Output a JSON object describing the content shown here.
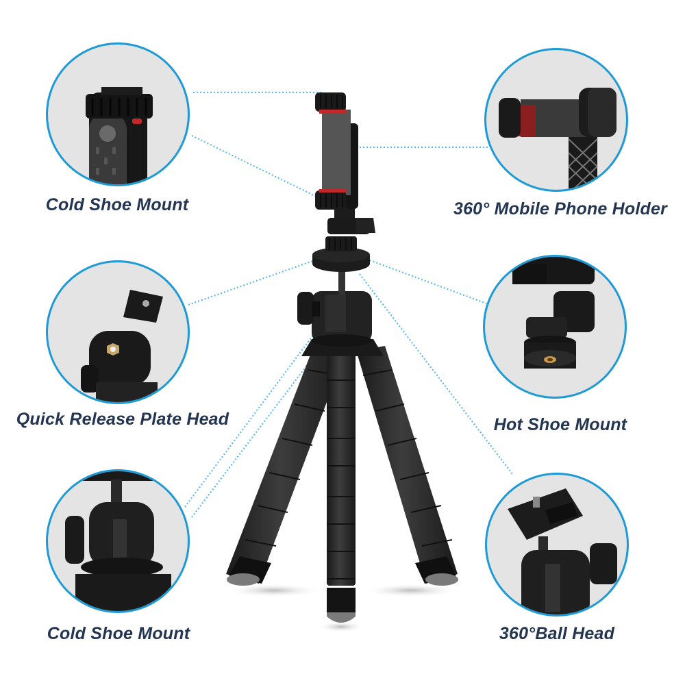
{
  "colors": {
    "label_text": "#243552",
    "circle_border": "#1e9ad6",
    "circle_fill": "#e4e4e4",
    "connector_line": "#5bb8e8",
    "product_black": "#1c1c1c",
    "accent_red": "#c0282a",
    "foot_gray": "#7a7a7a"
  },
  "features": [
    {
      "id": "cold-shoe-mount-top",
      "label": "Cold Shoe Mount",
      "position": "top-left"
    },
    {
      "id": "mobile-phone-holder",
      "label": "360° Mobile Phone Holder",
      "position": "top-right"
    },
    {
      "id": "quick-release-plate-head",
      "label": "Quick Release Plate Head",
      "position": "middle-left"
    },
    {
      "id": "hot-shoe-mount",
      "label": "Hot Shoe Mount",
      "position": "middle-right"
    },
    {
      "id": "cold-shoe-mount-bottom",
      "label": "Cold Shoe Mount",
      "position": "bottom-left"
    },
    {
      "id": "ball-head",
      "label": "360°Ball Head",
      "position": "bottom-right"
    }
  ],
  "product": {
    "name_icon": "flexible-tripod-with-phone-holder"
  }
}
